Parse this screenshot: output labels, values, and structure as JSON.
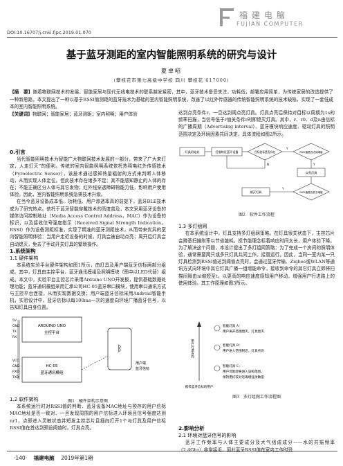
{
  "masthead": {
    "cn": "福建电脑",
    "en": "FUJIAN COMPUTER"
  },
  "doi": "DOI:10.16707/j.cnki.fjpc.2019.01.070",
  "title": "基于蓝牙测距的室内智能照明系统的研究与设计",
  "author": "夏卓昭",
  "affiliation": "(攀枝花市第七高级中学校  四川  攀枝花  617000)",
  "abstract": {
    "label": "【摘　要】",
    "text": "随着物联网技术的发展，智能家居与现代无线电技术的联系越发紧密，其中，蓝牙技术备受关注，功耗低，部署应用简单，为传统家居的改造提供了一种新思路，本文提出了一种以基于RSSI值测距的蓝牙技术为基础的室内智能照明系统，改善了以红外传感器的传统智能照明系统的技术缺陷，实现了一套低成本的室内智能照明系统。",
    "kw_label": "【关键词】",
    "keywords": "物联网；智能家居；蓝牙测距；室内照明；用户体验"
  },
  "intro": {
    "heading": "0.引言",
    "p1": "当代智能照明技术为智能广大物联网技术发展的一部分，带来了广大来灯定，人走灯灭”的便利。传统的室内智能照明系统依托热释电红外传感技术（Pyroelectric Sensor），该技术通过感知热量辐射的方式来判断人体移动，从而实现人体定位。但此技术存在诸多不足：其不能感知静止的人体的存在；不能正确区分人体与其它发物；红外线穿透障碍物能力低，影响用户使用体验。因此，室内智能照明系统急需技术升级。",
    "p2": "在当今蓝牙设备成本低、功耗低、用户渗透率高的前提下，蓝牙BLE技术成为了研究热点。依托于蓝牙智能穿戴技术的高度普及，本文采用蓝牙设备的媒体访问控制地址（Media Access Control Address，MAC）作为设备的标识，以及接收信号强度指示（Received Signal Strength Indication，RSSI）作为设备测距标准，实现了精准的蓝牙测距技术，从而带来优异的室内智能照明体验：当用户走近设备的时候，灯具会被自动点亮；离开后灯具会自动熄灭，免去了手动开关灯具的繁琐操作。"
  },
  "design": {
    "heading": "1.系统架构",
    "sub": "1.1 硬件架构",
    "p1": "本系统实验平台硬件架构如图1所示，由灯具及用户端蓝牙信标两部分组成。其中，灯具由主控平台、蓝牙通讯模组及照明模块（图中以LED代替）组成。本文中，实验平台主控芯片采用Arduino UNO开发板，提供基础数据处理功能；蓝牙通讯模组采用汇承公司HC-05蓝牙串口模块，使用串口通讯方式与主控平台连接，从而实现数据交换；用户端蓝牙信标采用Android智能手机，实验设计中，蓝牙信标以每100ms一次的速度向环境广播蓝牙信号，以告知灯具自身位置。"
  },
  "fig1": {
    "caption": "图1　硬件架构示意图",
    "mcu_label": "ARDUINO UNO",
    "mcu_sub": "主控平台",
    "bt_label": "HC-05",
    "bt_sub": "蓝牙通讯模组",
    "phone_label": "用户端",
    "phone_sub": "蓝牙信标",
    "pins": [
      "5V",
      "GND",
      "TX",
      "RX"
    ],
    "pins2": [
      "VCC",
      "GND",
      "RXD",
      "TXD"
    ]
  },
  "sw": {
    "sub": "1.2 软件架构",
    "p1": "本系统运行时对RSSI值的判断、蓝牙设备MAC地址与预存的用户信标MAC地址是否一致对、一旦发现周围的用户信标进入环境且信号强度达到nr1，点即进入灵敏状态并短发主控芯片且插向打开1个与灯具及用户信标RSSI值在首达到预设阈值时，灯具点亮。"
  },
  "right1": {
    "p1": "达到点亮条件r，一旦达到阈点亮灯具。灯具点亮后保持对目标以周期为1s的频率扫描，当信号低于r值关条件r时即熄灭灯具。其中，r、r0、d及n由信标的广播周期（Advertising interval）、蓝牙模块响应速度、驱动灯具的照明范围决定及环境因素共同决定，具体流程如图2所示。"
  },
  "fig2": {
    "caption": "图2　软件工作流程",
    "nodes": [
      "灯具初始化",
      "扫描附近蓝牙设备",
      "目标信标是否存在",
      "RSSI值是否达到阈值",
      "点亮灯具",
      "RSSI值是否低于阈值",
      "熄灭灯具"
    ],
    "yes": "Y",
    "no": "N"
  },
  "multi": {
    "sub": "1.3 多灯组网",
    "p1": "在本系统设计中，灯具支持多灯组网策略。在灯具很关状态下，主控芯片会蹲基扫描附率以节省能耗。担节能理念标着响应时间太长，用户体验下降。为了解决这个问题，本设计提出了多灯组网策略：为了完成一个房间的照明体验，通常需要两只或多只灯具共同工作。接替运行。因此，当同一室内某一只灯具检测到RSSI值达到阈值点亮时，会通过蓝牙传输、Zigbee或WLAN等通讯方式向环境中其它灯具广播一组增能命令，接收到命令的其它灯具立即将扫描间隔由nl缩短至t。以更高的响应速度感知用户移动，增强用户行进路上的使用体验。其工作原理如图3所示。"
  },
  "fig3": {
    "caption": "图3　多灯组网工作流程图",
    "lines": [
      [
        "智能灯具 A：",
        "用户离开范围熄灭，灯具熄灭"
      ],
      [
        "智能灯具 B：",
        "用户进入范围附近，灯具点亮"
      ],
      [
        "智能灯具 C：",
        "用户可能即将进入该照范围，",
        "保持用灯较对近再增强灵敏度"
      ]
    ],
    "arrow_label": "用户行进方向",
    "bottom_label": "携带蓝牙信标的用户"
  },
  "factors": {
    "heading": "2.影响分析",
    "sub": "2.1 环境对蓝牙信号的影响",
    "p1": "蓝牙工作频率与人体主要成分及大气组成成分——水的共振频率（2.4Ghz）非常接近，因此蓝牙RSSI值在室内工作时受"
  },
  "footer": {
    "page": "·140·",
    "journal": "福建电脑",
    "issue": "2019年第1期"
  }
}
